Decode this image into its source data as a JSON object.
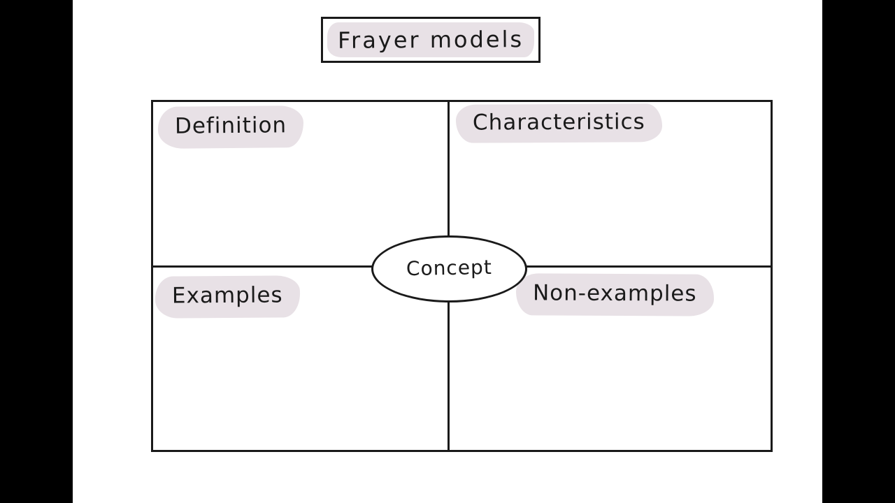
{
  "title": {
    "text": "Frayer models"
  },
  "diagram": {
    "center_label": "Concept",
    "quadrants": [
      {
        "position": "top-left",
        "label": "Definition"
      },
      {
        "position": "top-right",
        "label": "Characteristics"
      },
      {
        "position": "bottom-left",
        "label": "Examples"
      },
      {
        "position": "bottom-right",
        "label": "Non-examples"
      }
    ]
  },
  "colors": {
    "ink": "#1a1a1a",
    "paper": "#ffffff",
    "highlight": "#e8e1e6",
    "bars": "#000000"
  }
}
